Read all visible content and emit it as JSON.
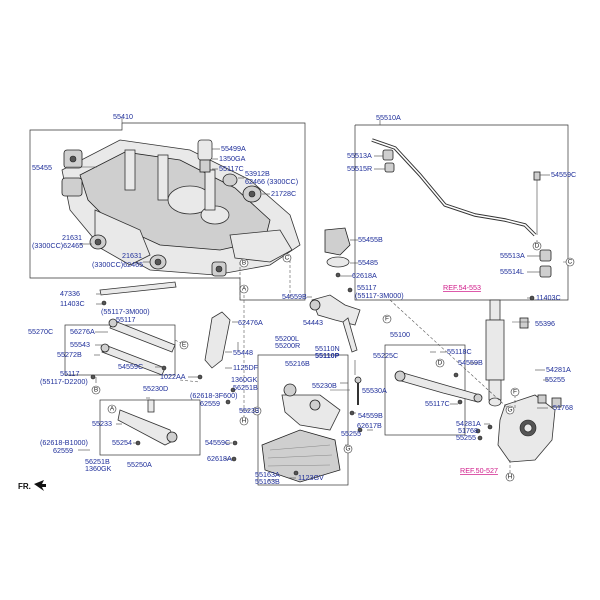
{
  "labels": {
    "l_55410": "55410",
    "l_55510A": "55510A",
    "l_55455": "55455",
    "l_55499A": "55499A",
    "l_1350GA": "1350GA",
    "l_55117C_top": "55117C",
    "l_53912B": "53912B",
    "l_62466": "62466 (3300CC)",
    "l_21728C": "21728C",
    "l_55513A_top": "55513A",
    "l_55515R": "55515R",
    "l_54559C_top": "54559C",
    "l_21631_a": "21631",
    "l_3300cc_62465_a": "(3300CC)62465",
    "l_21631_b": "21631",
    "l_3300cc_62465_b": "(3300CC)62465",
    "l_55455B": "55455B",
    "l_55485": "55485",
    "l_62618A_top": "62618A",
    "l_55117_mid": "55117",
    "l_55117_3M000_right": "(55117-3M000)",
    "l_55513A_r": "55513A",
    "l_55514L": "55514L",
    "l_47336": "47336",
    "l_11403C_left": "11403C",
    "l_ref_54553": "REF.54-553",
    "l_11403C_right": "11403C",
    "l_54559B_a": "54559B",
    "l_55117_3M000_left": "(55117-3M000)",
    "l_55117_left": "55117",
    "l_54443": "54443",
    "l_55396": "55396",
    "l_55270C": "55270C",
    "l_56276A": "56276A",
    "l_55543": "55543",
    "l_62476A": "62476A",
    "l_55100": "55100",
    "l_55200L": "55200L",
    "l_55200R": "55200R",
    "l_55110N": "55110N",
    "l_55110P": "55110P",
    "l_55272B": "55272B",
    "l_55448": "55448",
    "l_55225C": "55225C",
    "l_55118C": "55118C",
    "l_54559C_mid": "54559C",
    "l_1125DF": "1125DF",
    "l_55216B": "55216B",
    "l_54559B_b": "54559B",
    "l_54281A": "54281A",
    "l_55117_left2": "55117",
    "l_55117_D2200": "(55117-D2200)",
    "l_1022AA": "1022AA",
    "l_1360GK_mid": "1360GK",
    "l_56251B_mid": "56251B",
    "l_55230B": "55230B",
    "l_55530A": "55530A",
    "l_55255_right": "55255",
    "l_55230D": "55230D",
    "l_62618_3F600": "(62618-3F600)",
    "l_62559_mid": "62559",
    "l_55233_mid": "55233",
    "l_55117C_b": "55117C",
    "l_54559B_c": "54559B",
    "l_51768_r": "51768",
    "l_55233_left": "55233",
    "l_55255_mid": "55255",
    "l_62617B": "62617B",
    "l_54281A_b": "54281A",
    "l_51768_b": "51768",
    "l_55255_b": "55255",
    "l_62618_B1000": "(62618-B1000)",
    "l_62559_left": "62559",
    "l_55254": "55254",
    "l_54559C_low": "54559C",
    "l_56251B_left": "56251B",
    "l_1360GK_left": "1360GK",
    "l_55250A": "55250A",
    "l_62618A_low": "62618A",
    "l_55163A": "55163A",
    "l_55163B": "55163B",
    "l_1123GV": "1123GV",
    "l_ref_50527": "REF.50-527",
    "l_fr": "FR."
  },
  "callouts": [
    "A",
    "B",
    "C",
    "D",
    "E",
    "F",
    "G",
    "H"
  ],
  "colors": {
    "label": "#1f2f9a",
    "ref": "#d01b8a",
    "line": "#444444"
  }
}
